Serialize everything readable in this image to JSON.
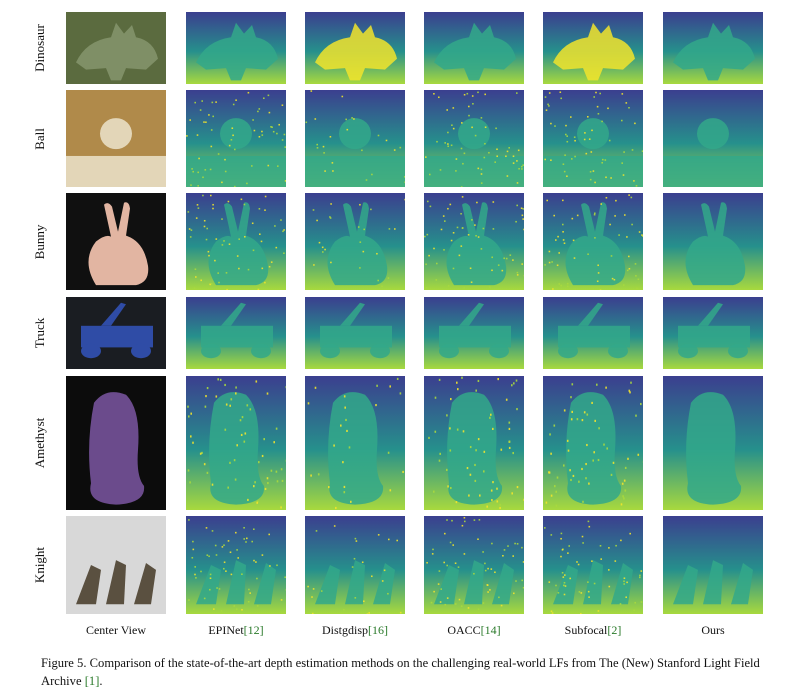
{
  "rows": [
    "Dinosaur",
    "Ball",
    "Bunny",
    "Truck",
    "Amethyst",
    "Knight"
  ],
  "columns": [
    {
      "name": "Center View",
      "cite": ""
    },
    {
      "name": "EPINet",
      "cite": "[12]"
    },
    {
      "name": "Distgdisp",
      "cite": "[16]"
    },
    {
      "name": "OACC",
      "cite": "[14]"
    },
    {
      "name": "Subfocal",
      "cite": "[2]"
    },
    {
      "name": "Ours",
      "cite": ""
    }
  ],
  "caption": {
    "prefix": "Figure 5. Comparison of the state-of-the-art depth estimation methods on the challenging real-world LFs from The (New) Stanford Light Field Archive",
    "cite": "[1]",
    "suffix": "."
  },
  "colors": {
    "depth_far": "#3b3f8f",
    "depth_mid": "#26908c",
    "depth_near": "#a8d93e",
    "depth_nearest": "#f2e42b",
    "citation": "#2a7a2a"
  }
}
